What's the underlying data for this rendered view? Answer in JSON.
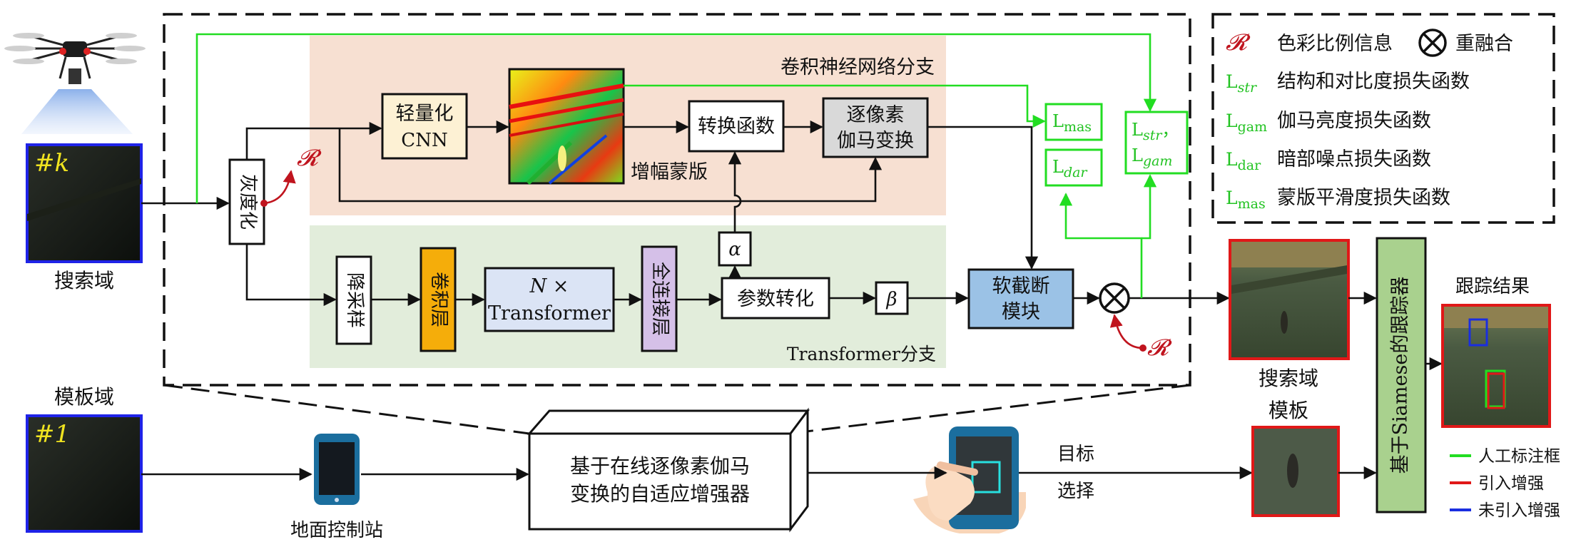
{
  "search_domain": {
    "frame_label": "#k",
    "label": "搜索域"
  },
  "template_domain": {
    "frame_label": "#1",
    "label": "模板域"
  },
  "ground_station": {
    "label": "地面控制站"
  },
  "enhancer_box": {
    "line1": "基于在线逐像素伽马",
    "line2": "变换的自适应增强器"
  },
  "cnn_branch": {
    "label": "卷积神经网络分支",
    "cnn_line1": "轻量化",
    "cnn_line2": "CNN",
    "mask_label": "增幅蒙版",
    "transfer": "转换函数",
    "gamma_line1": "逐像素",
    "gamma_line2": "伽马变换"
  },
  "transformer_branch": {
    "label": "Transformer分支",
    "downsample": "降采样",
    "conv": "卷积层",
    "transformer_line1": "N ×",
    "transformer_line2": "Transformer",
    "fc": "全连接层",
    "param": "参数转化",
    "alpha": "α",
    "beta": "β",
    "soft_line1": "软截断",
    "soft_line2": "模块"
  },
  "grayscale": "灰度化",
  "ratio_symbol": "𝓡",
  "loss_boxes": {
    "mas_main": "L",
    "mas_sub": "mas",
    "dar_main": "L",
    "dar_sub": "dar",
    "str_main": "L",
    "str_sub": "str",
    "gam_main": "L",
    "gam_sub": "gam",
    "comma": "，"
  },
  "legend": {
    "ratio_text": "色彩比例信息",
    "refuse_text": "重融合",
    "items": [
      {
        "main": "L",
        "sub": "str",
        "text": "结构和对比度损失函数"
      },
      {
        "main": "L",
        "sub": "gam",
        "text": "伽马亮度损失函数"
      },
      {
        "main": "L",
        "sub": "dar",
        "text": "暗部噪点损失函数"
      },
      {
        "main": "L",
        "sub": "mas",
        "text": "蒙版平滑度损失函数"
      }
    ]
  },
  "select": {
    "line1": "目标",
    "line2": "选择"
  },
  "enhanced_search_label": "搜索域",
  "template_label": "模板",
  "tracker_label": "基于Siamese的跟踪器",
  "tracking_result_label": "跟踪结果",
  "result_legend": [
    {
      "text": "人工标注框",
      "color": "#22dd22"
    },
    {
      "text": "引入增强",
      "color": "#e01818"
    },
    {
      "text": "未引入增强",
      "color": "#1a2ee0"
    }
  ],
  "colors": {
    "cnn_bg": "#f7e0d2",
    "transformer_bg": "#e2eddb",
    "green": "#22dd22",
    "red": "#c0141e",
    "blue": "#1f23e8",
    "cnn_box": "#fdf1d4",
    "gamma_box": "#d9d9d9",
    "conv_box": "#f5ad0a",
    "transformer_box": "#dbe4f5",
    "fc_box": "#d5c0e8",
    "soft_box": "#9bc2e6",
    "tracker_box": "#a9d18e"
  },
  "icons": [
    "drone-icon",
    "tablet-icon",
    "hand-touch-icon",
    "fusion-icon"
  ]
}
